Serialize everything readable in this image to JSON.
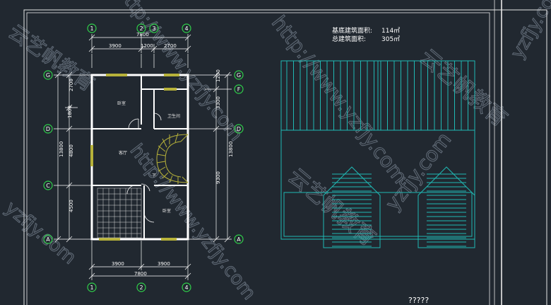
{
  "colors": {
    "background": "#212830",
    "frame": "#e8e8e8",
    "wall": "#ffffff",
    "dim": "#ffffff",
    "axis_bubble": "#2fd04a",
    "window": "#b7b23a",
    "roof": "#20b9b4",
    "label_text": "#e0e0e0",
    "watermark": "#6b7480"
  },
  "axes": {
    "top": [
      "1",
      "2",
      "3",
      "4"
    ],
    "bottom": [
      "1",
      "2",
      "4"
    ],
    "left": [
      "G",
      "D",
      "C",
      "A"
    ],
    "right": [
      "G",
      "F",
      "D",
      "A"
    ]
  },
  "dimensions": {
    "top_total": "7800",
    "top_segments": [
      "3900",
      "1200",
      "2700"
    ],
    "bottom_segments": [
      "3900",
      "3900"
    ],
    "bottom_total": "7800",
    "left_segments": [
      "2700",
      "1800",
      "4800",
      "4500"
    ],
    "left_total": "13800",
    "right_segments": [
      "1200",
      "3300",
      "9300"
    ],
    "right_total": "13800"
  },
  "rooms": {
    "bedroom_top": "卧室",
    "bathroom": "卫生间",
    "living": "客厅",
    "bedroom_bottom": "卧室",
    "stair_down": "下"
  },
  "area_info": {
    "base_label": "基底建筑面积:",
    "base_value": "114㎡",
    "total_label": "总建筑面积:",
    "total_value": "305㎡"
  },
  "title_mark": "?????",
  "watermarks": {
    "brand": "云艺帆教育",
    "url": "http://www.yzfjy.com",
    "url_short": "yzfjy.com"
  }
}
